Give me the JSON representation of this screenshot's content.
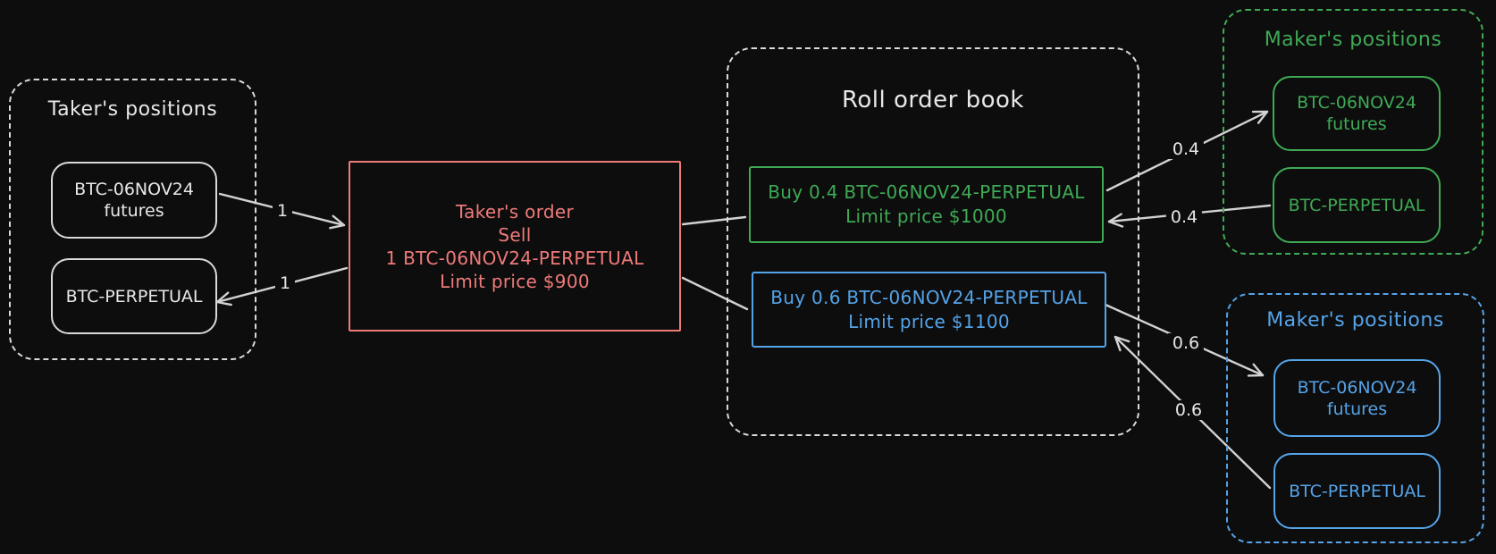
{
  "colors": {
    "background": "#0d0d0d",
    "stroke_white": "#d9d9d9",
    "red": "#ef7a7a",
    "green": "#3faa55",
    "blue": "#55a3e8",
    "arrow_gray": "#d2d2d2"
  },
  "taker_group": {
    "title": "Taker's positions",
    "futures_label": "BTC-06NOV24\nfutures",
    "perpetual_label": "BTC-PERPETUAL"
  },
  "taker_order": {
    "line1": "Taker's order",
    "line2": "Sell",
    "line3": "1 BTC-06NOV24-PERPETUAL",
    "line4": "Limit price $900"
  },
  "order_book": {
    "title": "Roll order book",
    "green_order": "Buy 0.4 BTC-06NOV24-PERPETUAL\nLimit price $1000",
    "blue_order": "Buy 0.6 BTC-06NOV24-PERPETUAL\nLimit price $1100"
  },
  "maker_green_group": {
    "title": "Maker's positions",
    "futures_label": "BTC-06NOV24\nfutures",
    "perpetual_label": "BTC-PERPETUAL"
  },
  "maker_blue_group": {
    "title": "Maker's positions",
    "futures_label": "BTC-06NOV24\nfutures",
    "perpetual_label": "BTC-PERPETUAL"
  },
  "edge_labels": {
    "taker_futures_qty": "1",
    "taker_perpetual_qty": "1",
    "maker_green_futures_qty": "0.4",
    "maker_green_perpetual_qty": "0.4",
    "maker_blue_futures_qty": "0.6",
    "maker_blue_perpetual_qty": "0.6"
  }
}
